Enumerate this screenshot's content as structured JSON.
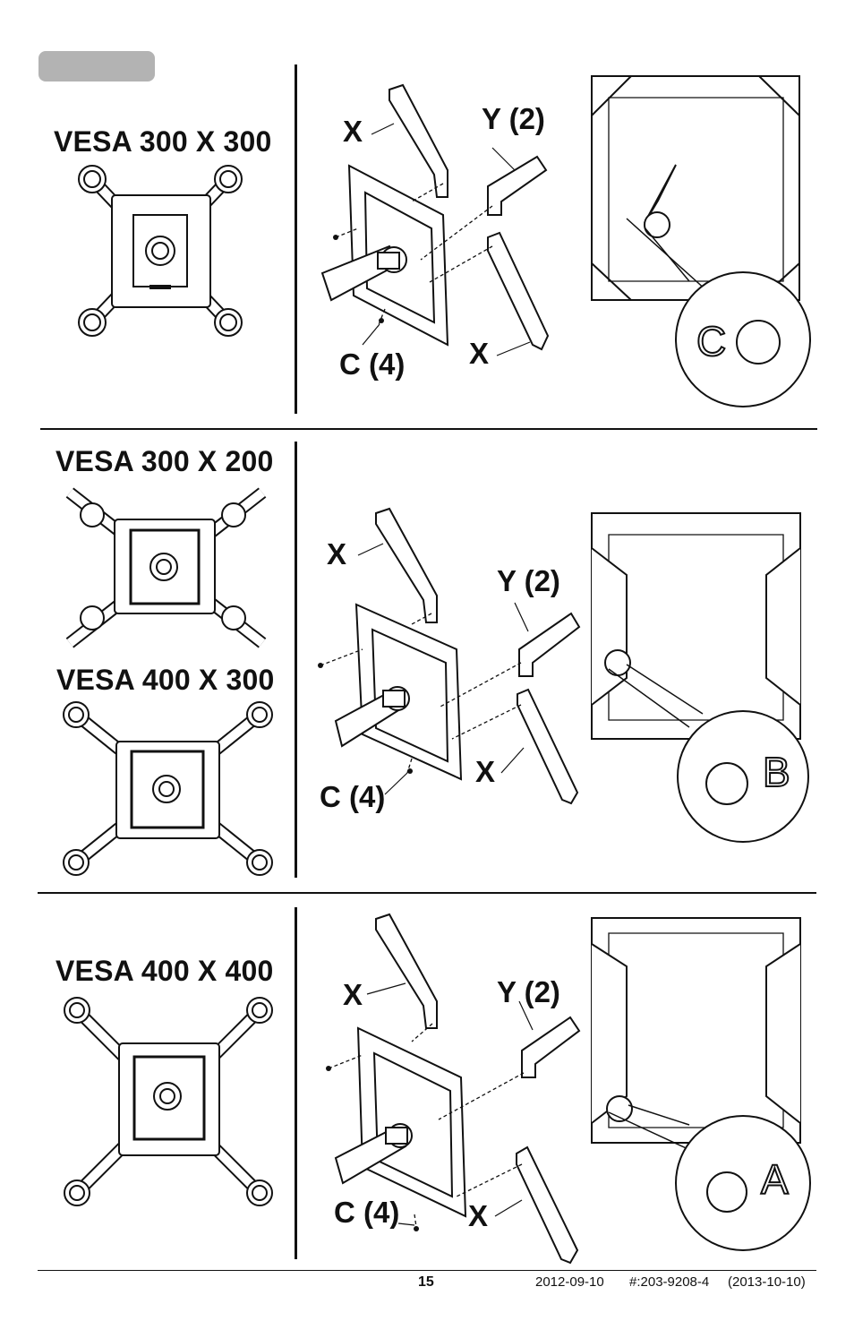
{
  "section1": {
    "title": "VESA 300 X 300",
    "labels": {
      "x_top": "X",
      "y": "Y (2)",
      "c": "C (4)",
      "x_bottom": "X"
    },
    "detail_letter": "C"
  },
  "section2": {
    "title_a": "VESA 300 X 200",
    "title_b": "VESA 400 X 300",
    "labels": {
      "x_top": "X",
      "y": "Y (2)",
      "c": "C (4)",
      "x_bottom": "X"
    },
    "detail_letter": "B"
  },
  "section3": {
    "title": "VESA 400 X 400",
    "labels": {
      "x_top": "X",
      "y": "Y (2)",
      "c": "C (4)",
      "x_bottom": "X"
    },
    "detail_letter": "A"
  },
  "footer": {
    "page_number": "15",
    "date": "2012-09-10",
    "doc_number": "#:203-9208-4",
    "revision": "(2013-10-10)"
  }
}
